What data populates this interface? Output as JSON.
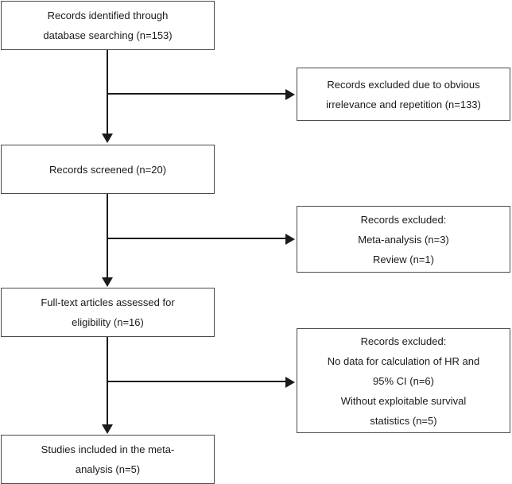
{
  "diagram": {
    "type": "prisma-flow-diagram",
    "background_color": "#ffffff",
    "box_border_color": "#4a4a4a",
    "connector_color": "#1a1a1a",
    "nodes": {
      "identification": {
        "lines": [
          "Records identified through",
          "database searching (n=153)"
        ]
      },
      "screened": {
        "lines": [
          "Records screened (n=20)"
        ]
      },
      "fulltext": {
        "lines": [
          "Full-text articles assessed for",
          "eligibility (n=16)"
        ]
      },
      "included": {
        "lines": [
          "Studies included in the meta-",
          "analysis (n=5)"
        ]
      },
      "excluded_1": {
        "lines": [
          "Records excluded due to obvious",
          "irrelevance and repetition (n=133)"
        ]
      },
      "excluded_2": {
        "lines": [
          "Records excluded:",
          "Meta-analysis (n=3)",
          "Review (n=1)"
        ]
      },
      "excluded_3": {
        "lines": [
          "Records excluded:",
          "No data for calculation of HR and",
          "95% CI (n=6)",
          "Without exploitable survival",
          "statistics (n=5)"
        ]
      }
    }
  }
}
